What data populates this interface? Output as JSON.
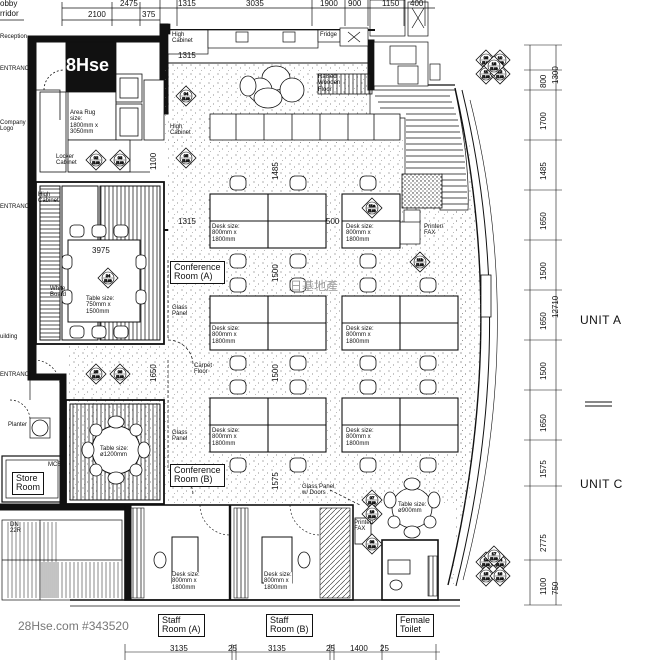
{
  "top_strip": {
    "lobby": "obby",
    "corridor": "rridor",
    "dims": [
      "2475",
      "2100",
      "375",
      "1315",
      "3035",
      "1900",
      "900",
      "1150",
      "400"
    ]
  },
  "right_dims": [
    "1300",
    "800",
    "1700",
    "1485",
    "1650",
    "1500",
    "1650",
    "1500",
    "1650",
    "1575",
    "2775",
    "1100",
    "750",
    "12710"
  ],
  "bottom_dims": [
    "3135",
    "3135",
    "1400",
    "25",
    "25",
    "25"
  ],
  "plan_dims": [
    "3975",
    "1315",
    "1315",
    "500",
    "1100",
    "1485",
    "1500",
    "1500",
    "1575",
    "1650"
  ],
  "watermarks": {
    "top_logo": "8Hse",
    "bottom_caption": "28Hse.com #343520",
    "center_stamp": "日基地產"
  },
  "units": {
    "a": "UNIT A",
    "c": "UNIT C"
  },
  "rooms": {
    "conference_a": "Conference\nRoom (A)",
    "conference_b": "Conference\nRoom (B)",
    "store_room": "Store\nRoom",
    "staff_a": "Staff\nRoom (A)",
    "staff_b": "Staff\nRoom (B)",
    "female_toilet": "Female\nToilet"
  },
  "notes": {
    "high_cabinet_top": "High\nCabinet",
    "fridge": "Fridge",
    "area_rug": "Area Rug\nsize:\n1800mm x\n3050mm",
    "high_cabinet_mid": "High\nCabinet",
    "wooden_floor": "Raised\nWooden\nFloor",
    "company_logo": "Company\nLogo",
    "locker_cabinet": "Locker\nCabinet",
    "high_cabinet_left": "High\nCabinet",
    "table_conf_a": "Table size:\n750mm x\n1500mm",
    "white_board": "White\nBoard",
    "glass_panel_1": "Glass\nPanel",
    "carpet_floor": "Carpet\nFloor",
    "glass_panel_2": "Glass\nPanel",
    "table_conf_b": "Table size:\nø1200mm",
    "planter": "Planter",
    "mcs": "MCS",
    "dn": "DN\n22R",
    "entrance_1": "ENTRANCE",
    "entrance_2": "ENTRANCE",
    "entrance_3": "ENTRANCE",
    "printer_fax_1": "Printer/\nFAX",
    "printer_fax_2": "Printer/\nFAX",
    "glass_doors": "Glass Panel\nw/ Doors",
    "table_round": "Table size:\nø900mm",
    "reception": "Reception",
    "building": "uilding"
  },
  "desks": [
    {
      "label": "Desk size:\n800mm x\n1800mm"
    },
    {
      "label": "Desk size:\n800mm x\n1800mm"
    },
    {
      "label": "Desk size:\n800mm x\n1800mm"
    },
    {
      "label": "Desk size:\n800mm x\n1800mm"
    },
    {
      "label": "Desk size:\n800mm x\n1800mm"
    },
    {
      "label": "Desk size:\n800mm x\n1800mm"
    },
    {
      "label": "Desk size:\n800mm x\n1800mm"
    },
    {
      "label": "Desk size:\n800mm x\n1800mm"
    }
  ],
  "elevation_tags": [
    {
      "num": "02",
      "sheet": "EL09"
    },
    {
      "num": "03",
      "sheet": "EL09"
    },
    {
      "num": "04",
      "sheet": "EL09"
    },
    {
      "num": "05",
      "sheet": "EL09"
    },
    {
      "num": "11a",
      "sheet": "EL09"
    },
    {
      "num": "11b",
      "sheet": "EL09"
    },
    {
      "num": "24",
      "sheet": "EL09"
    },
    {
      "num": "25",
      "sheet": "EL09"
    },
    {
      "num": "06",
      "sheet": "EL09"
    },
    {
      "num": "07",
      "sheet": "EL09"
    },
    {
      "num": "08",
      "sheet": "EL09"
    },
    {
      "num": "09",
      "sheet": "EL09"
    },
    {
      "num": "10",
      "sheet": "EL09"
    },
    {
      "num": "11",
      "sheet": "EL09"
    },
    {
      "num": "12",
      "sheet": "EL09"
    },
    {
      "num": "13",
      "sheet": "EL09"
    },
    {
      "num": "14",
      "sheet": "EL09"
    },
    {
      "num": "15",
      "sheet": "EL09"
    },
    {
      "num": "16",
      "sheet": "EL09"
    },
    {
      "num": "17",
      "sheet": "EL09"
    },
    {
      "num": "18",
      "sheet": "EL09"
    },
    {
      "num": "19",
      "sheet": "EL09"
    }
  ]
}
